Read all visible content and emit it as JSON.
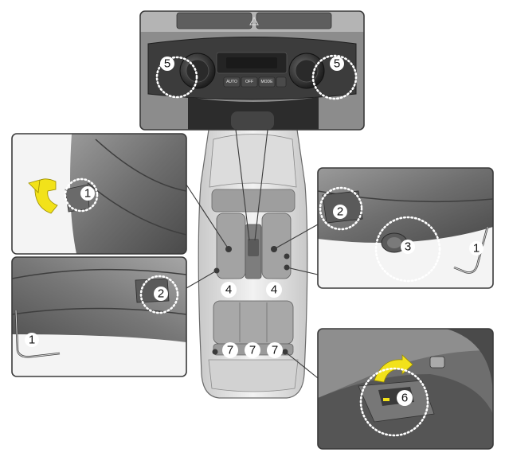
{
  "callouts": {
    "top_left_knob": "5",
    "top_right_knob": "5",
    "left_top_lever": "1",
    "left_bottom_switch": "2",
    "left_bottom_lever": "1",
    "right_top_switch": "2",
    "right_top_knob": "3",
    "right_top_lever": "1",
    "front_seat_left": "4",
    "front_seat_right": "4",
    "rear_seat_left": "7",
    "rear_seat_center": "7",
    "rear_seat_right": "7",
    "console_switch": "6"
  },
  "climate_panel": {
    "button_auto": "AUTO",
    "button_off": "OFF",
    "button_mode": "MODE"
  },
  "colors": {
    "highlight_arrow": "#f2e21a",
    "callout_bg": "#ffffff",
    "panel_bg": "#8a8a8a"
  }
}
